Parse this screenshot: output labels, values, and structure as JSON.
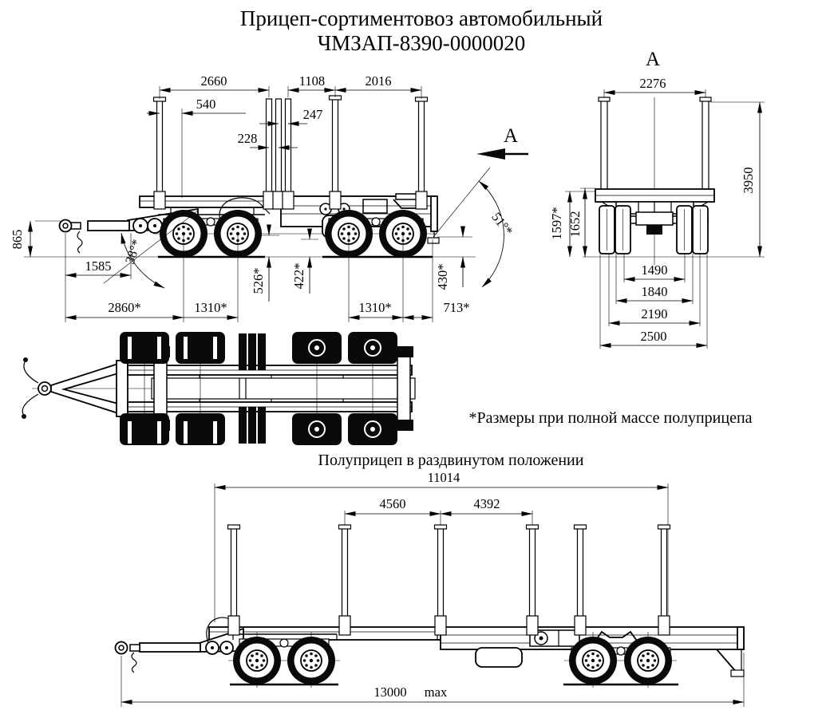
{
  "title": {
    "line1": "Прицеп-сортиментовоз автомобильный",
    "line2": "ЧМЗАП-8390-0000020"
  },
  "side_view": {
    "view_arrow_label": "А",
    "dims": {
      "d2660": "2660",
      "d540": "540",
      "d247": "247",
      "d228": "228",
      "d1108": "1108",
      "d2016": "2016",
      "d865": "865",
      "a38": "38°*",
      "d1585": "1585",
      "d2860": "2860*",
      "d1310_front": "1310*",
      "d526": "526*",
      "d422": "422*",
      "d1310_rear": "1310*",
      "d713": "713*",
      "d430": "430*",
      "a51": "51°*"
    }
  },
  "rear_view": {
    "label": "А",
    "dims": {
      "d2276": "2276",
      "d3950": "3950",
      "d1597": "1597*",
      "d1652": "1652",
      "d1490": "1490",
      "d1840": "1840",
      "d2190": "2190",
      "d2500": "2500"
    }
  },
  "note": "*Размеры при полной массе полуприцепа",
  "extended_view": {
    "title": "Полуприцеп в раздвинутом положении",
    "dims": {
      "d11014": "11014",
      "d4560": "4560",
      "d4392": "4392",
      "d13000": "13000",
      "dmax": "max"
    }
  }
}
